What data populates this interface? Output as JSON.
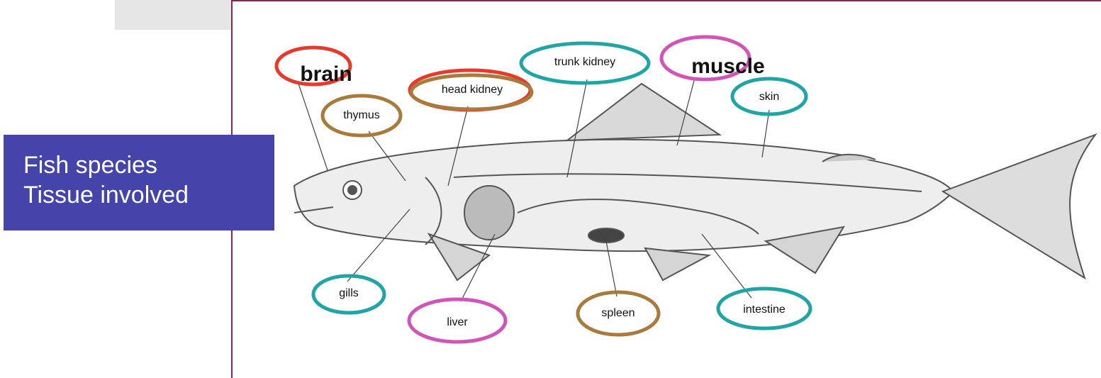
{
  "colors": {
    "red": "#e8392b",
    "brown": "#a87a3c",
    "teal": "#1fa5a5",
    "magenta": "#d154b8",
    "callout_bg": "#4444aa",
    "frame": "#8b2252"
  },
  "callout": {
    "line1": "Fish species",
    "line2": "Tissue involved"
  },
  "labels": {
    "brain": "brain",
    "thymus": "thymus",
    "head_kidney": "head kidney",
    "trunk_kidney": "trunk kidney",
    "muscle": "muscle",
    "skin": "skin",
    "gills": "gills",
    "liver": "liver",
    "spleen": "spleen",
    "intestine": "intestine"
  }
}
